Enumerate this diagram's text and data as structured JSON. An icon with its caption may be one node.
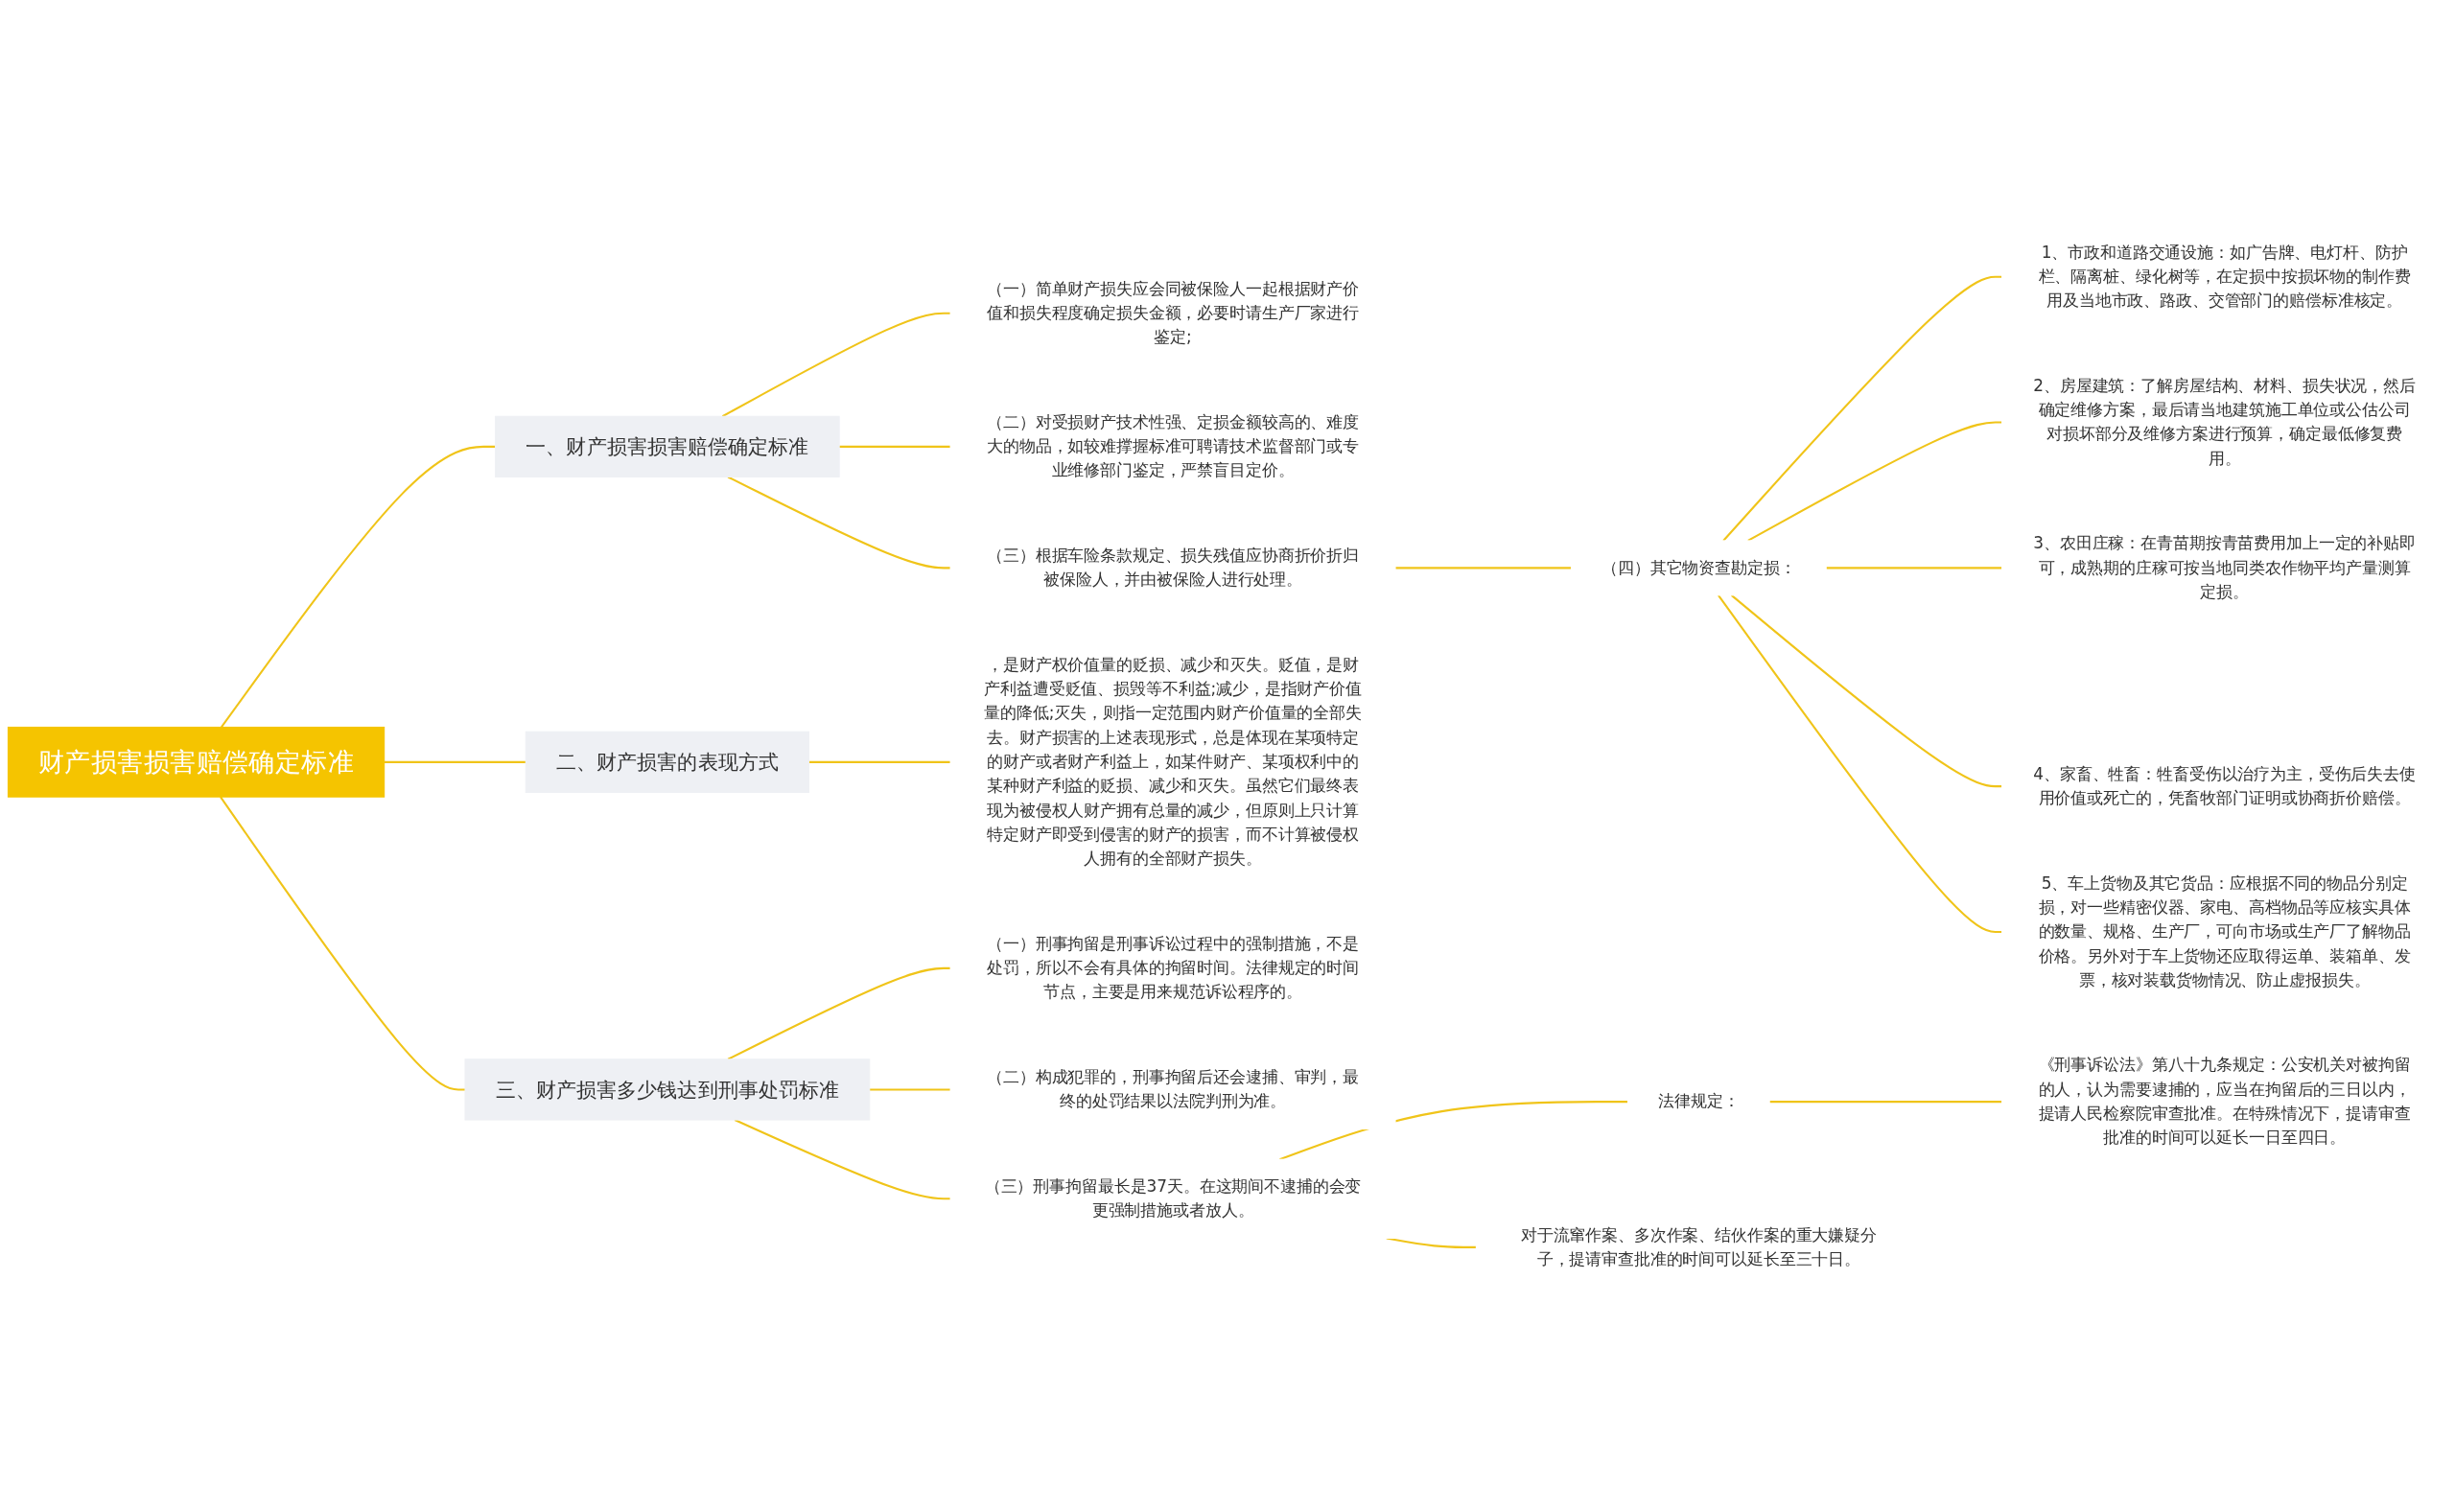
{
  "diagram": {
    "nodes": [
      {
        "text": [
          "财产损害损害赔偿确定标准"
        ]
      },
      {
        "text": [
          "一、财产损害损害赔偿确定标准"
        ]
      },
      {
        "text": [
          "（一）简单财产损失应会同被保险人一起根据财产价值和损失程度确定损失金额，必要时请生产厂家进行鉴定;"
        ]
      },
      {
        "text": [
          "（二）对受损财产技术性强、定损金额较高的、难度大的物品，如较难撑握标准可聘请技术监督部门或专业维修部门鉴定，严禁盲目定价。"
        ]
      },
      {
        "text": [
          "（三）根据车险条款规定、损失残值应协商折价折归被保险人，并由被保险人进行处理。"
        ]
      },
      {
        "text": [
          "（四）其它物资查勘定损："
        ]
      },
      {
        "text": [
          "1、市政和道路交通设施：如广告牌、电灯杆、防护栏、隔离桩、绿化树等，在定损中按损坏物的制作费用及当地市政、路政、交管部门的赔偿标准核定。"
        ]
      },
      {
        "text": [
          "2、房屋建筑：了解房屋结构、材料、损失状况，然后确定维修方案，最后请当地建筑施工单位或公估公司对损坏部分及维修方案进行预算，确定最低修复费用。"
        ]
      },
      {
        "text": [
          "3、农田庄稼：在青苗期按青苗费用加上一定的补贴即可，成熟期的庄稼可按当地同类农作物平均产量测算定损。"
        ]
      },
      {
        "text": [
          "4、家畜、牲畜：牲畜受伤以治疗为主，受伤后失去使用价值或死亡的，凭畜牧部门证明或协商折价赔偿。"
        ]
      },
      {
        "text": [
          "5、车上货物及其它货品：应根据不同的物品分别定损，对一些精密仪器、家电、高档物品等应核实具体的数量、规格、生产厂，可向市场或生产厂了解物品价格。另外对于车上货物还应取得运单、装箱单、发票，核对装载货物情况、防止虚报损失。"
        ]
      },
      {
        "text": [
          "二、财产损害的表现方式"
        ]
      },
      {
        "text": [
          "，是财产权价值量的贬损、减少和灭失。贬值，是财产利益遭受贬值、损毁等不利益;减少，是指财产价值量的降低;灭失，则指一定范围内财产价值量的全部失去。财产损害的上述表现形式，总是体现在某项特定的财产或者财产利益上，如某件财产、某项权利中的某种财产利益的贬损、减少和灭失。虽然它们最终表现为被侵权人财产拥有总量的减少，但原则上只计算特定财产即受到侵害的财产的损害，而不计算被侵权人拥有的全部财产损失。"
        ]
      },
      {
        "text": [
          "三、财产损害多少钱达到刑事处罚标准"
        ]
      },
      {
        "text": [
          "（一）刑事拘留是刑事诉讼过程中的强制措施，不是处罚，所以不会有具体的拘留时间。法律规定的时间节点，主要是用来规范诉讼程序的。"
        ]
      },
      {
        "text": [
          "（二）构成犯罪的，刑事拘留后还会逮捕、审判，最终的处罚结果以法院判刑为准。"
        ]
      },
      {
        "text": [
          "（三）刑事拘留最长是37天。在这期间不逮捕的会变更强制措施或者放人。"
        ]
      },
      {
        "text": [
          "法律规定："
        ]
      },
      {
        "text": [
          "《刑事诉讼法》第八十九条规定：公安机关对被拘留的人，认为需要逮捕的，应当在拘留后的三日以内，提请人民检察院审查批准。在特殊情况下，提请审查批准的时间可以延长一日至四日。"
        ]
      },
      {
        "text": [
          "对于流窜作案、多次作案、结伙作案的重大嫌疑分子，提请审查批准的时间可以延长至三十日。"
        ]
      }
    ],
    "edges": [
      {
        "from": 0,
        "to": 1,
        "arrow": "none"
      },
      {
        "from": 1,
        "to": 2,
        "arrow": "none"
      },
      {
        "from": 1,
        "to": 3,
        "arrow": "none"
      },
      {
        "from": 1,
        "to": 4,
        "arrow": "none"
      },
      {
        "from": 4,
        "to": 5,
        "arrow": "none"
      },
      {
        "from": 5,
        "to": 6,
        "arrow": "none"
      },
      {
        "from": 5,
        "to": 7,
        "arrow": "none"
      },
      {
        "from": 5,
        "to": 8,
        "arrow": "none"
      },
      {
        "from": 5,
        "to": 9,
        "arrow": "none"
      },
      {
        "from": 5,
        "to": 10,
        "arrow": "none"
      },
      {
        "from": 0,
        "to": 11,
        "arrow": "none"
      },
      {
        "from": 11,
        "to": 12,
        "arrow": "none"
      },
      {
        "from": 0,
        "to": 13,
        "arrow": "none"
      },
      {
        "from": 13,
        "to": 14,
        "arrow": "none"
      },
      {
        "from": 13,
        "to": 15,
        "arrow": "none"
      },
      {
        "from": 13,
        "to": 16,
        "arrow": "none"
      },
      {
        "from": 16,
        "to": 17,
        "arrow": "none"
      },
      {
        "from": 17,
        "to": 18,
        "arrow": "none"
      },
      {
        "from": 16,
        "to": 19,
        "arrow": "none"
      }
    ]
  }
}
